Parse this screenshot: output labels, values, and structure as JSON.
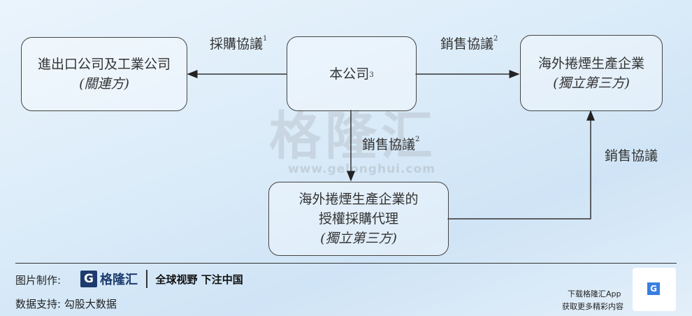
{
  "diagram": {
    "nodes": {
      "related": {
        "line1": "進出口公司及工業公司",
        "line2": "(關連方)"
      },
      "company": {
        "line1": "本公司",
        "sup": "3"
      },
      "overseas": {
        "line1": "海外捲煙生產企業",
        "line2": "(獨立第三方)"
      },
      "agent": {
        "line1": "海外捲煙生產企業的",
        "line2": "授權採購代理",
        "line3": "(獨立第三方)"
      }
    },
    "edges": {
      "purchase": {
        "label": "採購協議",
        "sup": "1"
      },
      "sales_overseas": {
        "label": "銷售協議",
        "sup": "2"
      },
      "sales_agent": {
        "label": "銷售協議",
        "sup": "2"
      },
      "agent_to_overseas": {
        "label": "銷售協議"
      }
    }
  },
  "watermark": {
    "text": "格隆汇",
    "url": "www.gelonghui.com"
  },
  "footer": {
    "made_by_label": "图片制作:",
    "logo_text": "格隆汇",
    "slogan": "全球视野 下注中国",
    "data_support": "数据支持: 勾股大数据",
    "app_line1": "下载格隆汇App",
    "app_line2": "获取更多精彩内容",
    "qr_watermark": "格隆汇"
  }
}
